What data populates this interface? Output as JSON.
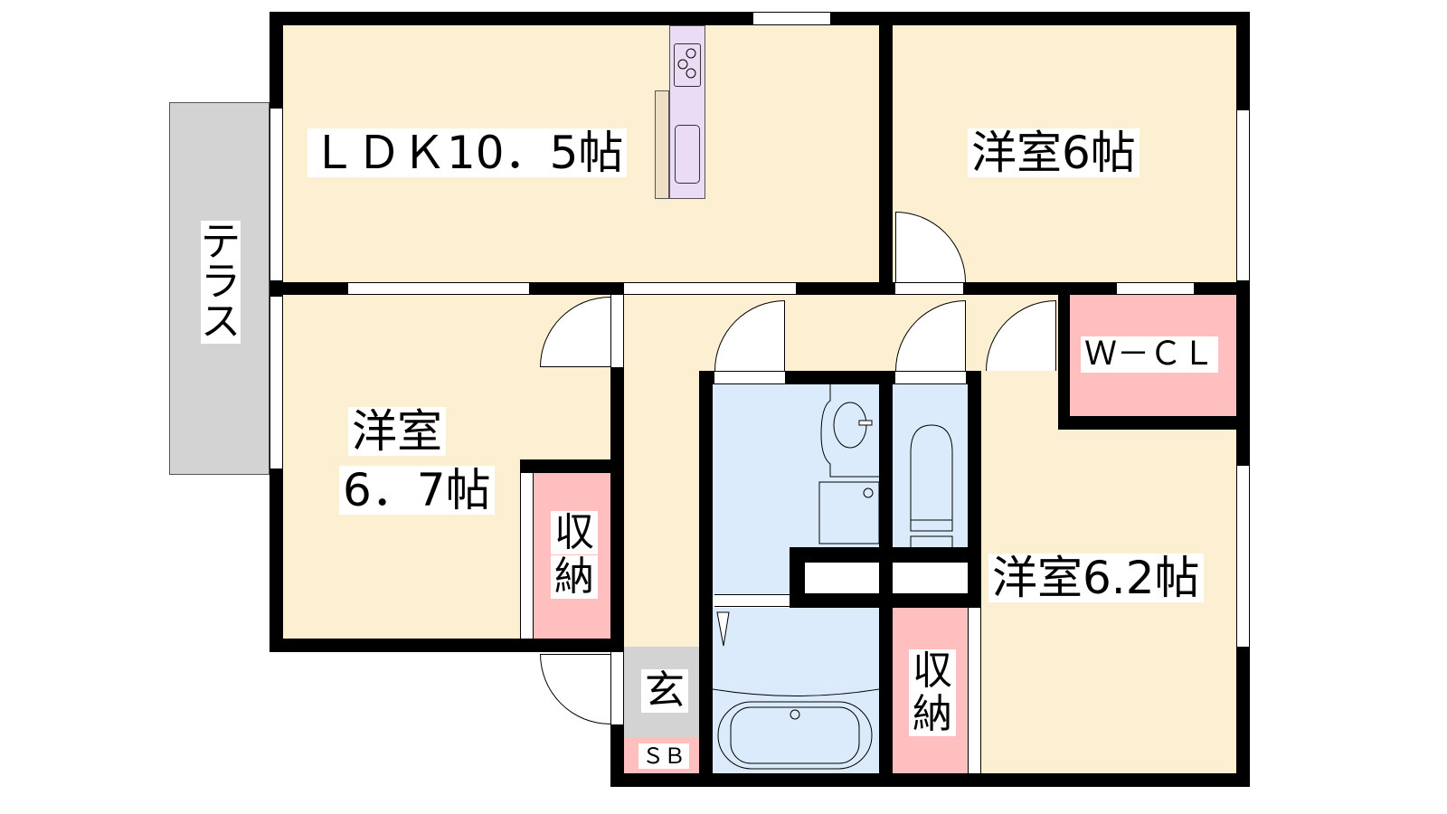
{
  "rooms": {
    "ldk": "ＬＤＫ10．5帖",
    "western_6": "洋室6帖",
    "western_67_line1": "洋室",
    "western_67_line2": "6．7帖",
    "western_62": "洋室6.2帖",
    "terrace": "テラス",
    "wcl": "Ｗ－ＣＬ",
    "storage_left_1": "収",
    "storage_left_2": "納",
    "storage_right_1": "収",
    "storage_right_2": "納",
    "entrance": "玄",
    "shoe_box": "ＳＢ"
  },
  "colors": {
    "room": "#fdf0d2",
    "wet_area": "#dcebfc",
    "storage": "#ffbfbf",
    "entrance": "#d3d3d3",
    "kitchen": "#eadcf5"
  }
}
